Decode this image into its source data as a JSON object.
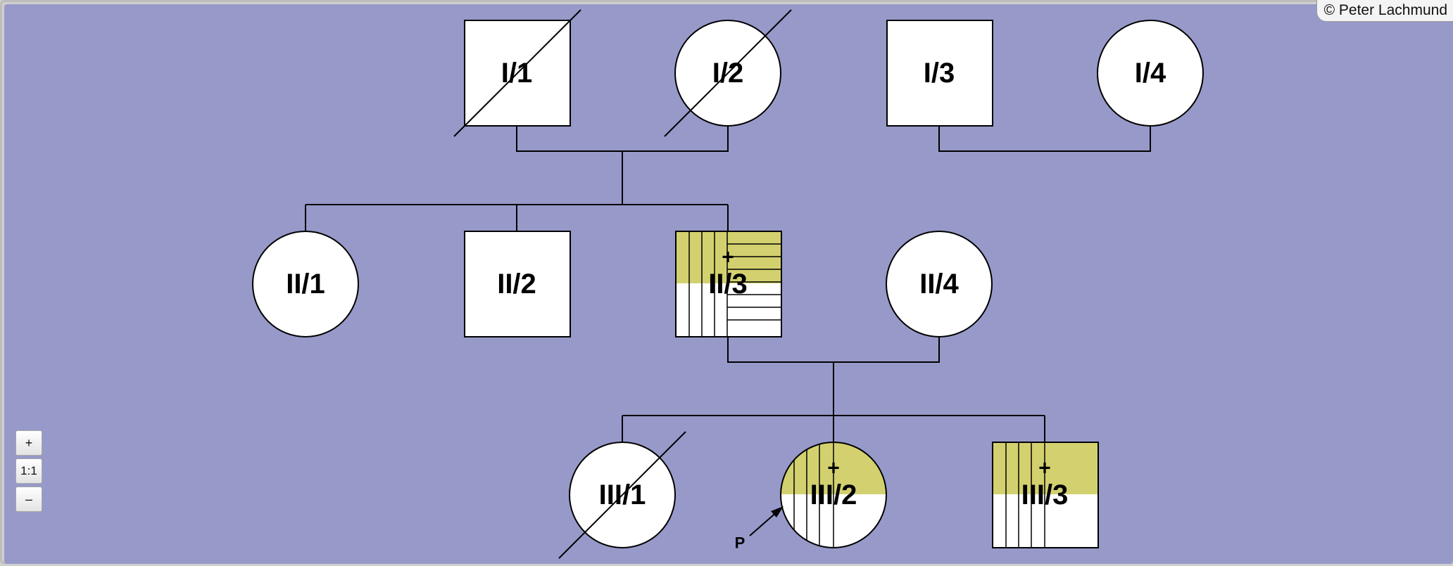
{
  "copyright": "© Peter Lachmund",
  "zoom": {
    "zoom_in": "+",
    "reset": "1:1",
    "zoom_out": "–"
  },
  "colors": {
    "background": "#9799c9",
    "symbol_fill": "#ffffff",
    "affected_fill": "#d3d16f",
    "line": "#000000"
  },
  "pedigree": {
    "individuals": [
      {
        "id": "I/1",
        "label": "I/1",
        "sex": "male",
        "deceased": true
      },
      {
        "id": "I/2",
        "label": "I/2",
        "sex": "female",
        "deceased": true
      },
      {
        "id": "I/3",
        "label": "I/3",
        "sex": "male",
        "deceased": false
      },
      {
        "id": "I/4",
        "label": "I/4",
        "sex": "female",
        "deceased": false
      },
      {
        "id": "II/1",
        "label": "II/1",
        "sex": "female",
        "deceased": false
      },
      {
        "id": "II/2",
        "label": "II/2",
        "sex": "male",
        "deceased": false
      },
      {
        "id": "II/3",
        "label": "II/3",
        "sex": "male",
        "deceased": false,
        "marker": "+",
        "pattern": "affected-vertical-horizontal"
      },
      {
        "id": "II/4",
        "label": "II/4",
        "sex": "female",
        "deceased": false
      },
      {
        "id": "III/1",
        "label": "III/1",
        "sex": "female",
        "deceased": true
      },
      {
        "id": "III/2",
        "label": "III/2",
        "sex": "female",
        "deceased": false,
        "marker": "+",
        "pattern": "affected-vertical",
        "proband": true
      },
      {
        "id": "III/3",
        "label": "III/3",
        "sex": "male",
        "deceased": false,
        "marker": "+",
        "pattern": "affected-vertical"
      }
    ],
    "proband_label": "P"
  }
}
